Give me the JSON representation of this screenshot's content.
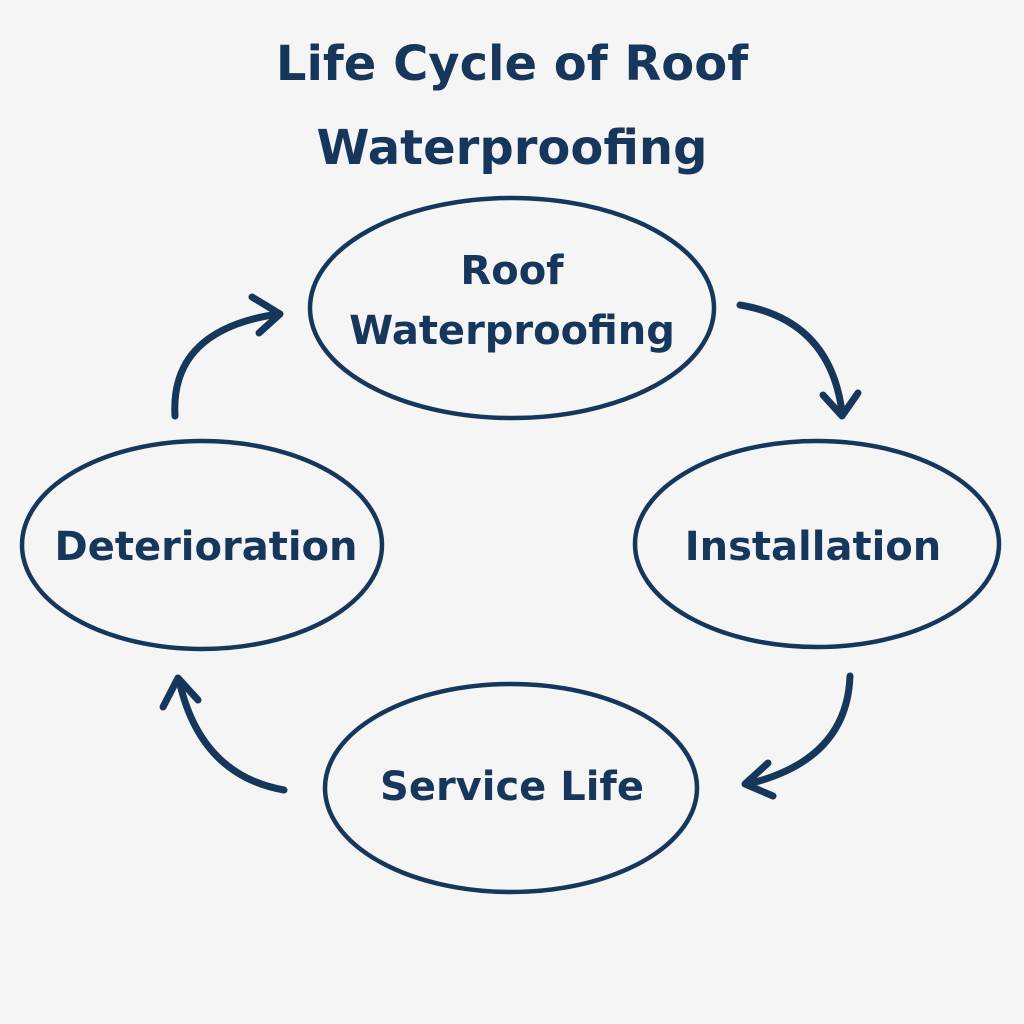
{
  "title": {
    "line1": "Life Cycle of Roof",
    "line2": "Waterproofing"
  },
  "nodes": {
    "roof_waterproofing": {
      "line1": "Roof",
      "line2": "Waterproofing"
    },
    "installation": {
      "label": "Installation"
    },
    "service_life": {
      "label": "Service Life"
    },
    "deterioration": {
      "label": "Deterioration"
    }
  },
  "colors": {
    "ink": "#16365c",
    "background": "#f5f5f5"
  }
}
